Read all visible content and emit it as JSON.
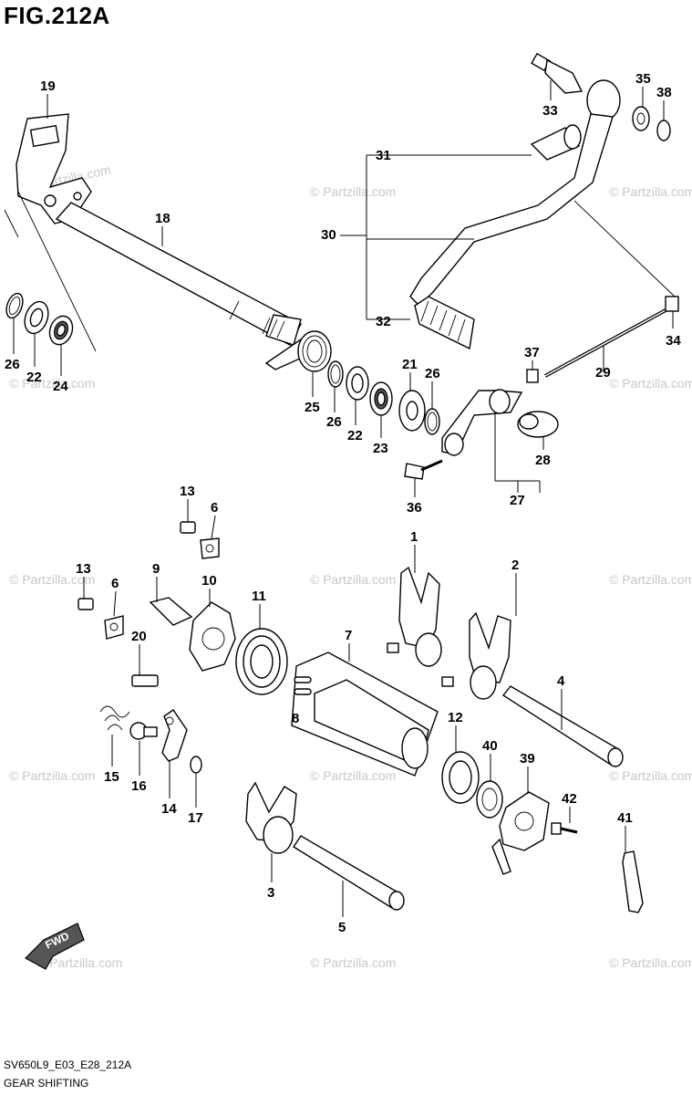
{
  "figure": {
    "title": "FIG.212A",
    "code": "SV650L9_E03_E28_212A",
    "name": "GEAR SHIFTING",
    "watermark": "© Partzilla.com",
    "fwd_label": "FWD"
  },
  "callouts": {
    "n1": "1",
    "n2": "2",
    "n3": "3",
    "n4": "4",
    "n5": "5",
    "n6a": "6",
    "n6b": "6",
    "n7": "7",
    "n8": "8",
    "n9": "9",
    "n10": "10",
    "n11": "11",
    "n12": "12",
    "n13a": "13",
    "n13b": "13",
    "n14": "14",
    "n15": "15",
    "n16": "16",
    "n17": "17",
    "n18": "18",
    "n19": "19",
    "n20": "20",
    "n21": "21",
    "n22a": "22",
    "n22b": "22",
    "n23": "23",
    "n24": "24",
    "n25": "25",
    "n26a": "26",
    "n26b": "26",
    "n26c": "26",
    "n27": "27",
    "n28": "28",
    "n29": "29",
    "n30": "30",
    "n31": "31",
    "n32": "32",
    "n33": "33",
    "n34": "34",
    "n35": "35",
    "n36": "36",
    "n37": "37",
    "n38": "38",
    "n39": "39",
    "n40": "40",
    "n41": "41",
    "n42": "42"
  }
}
